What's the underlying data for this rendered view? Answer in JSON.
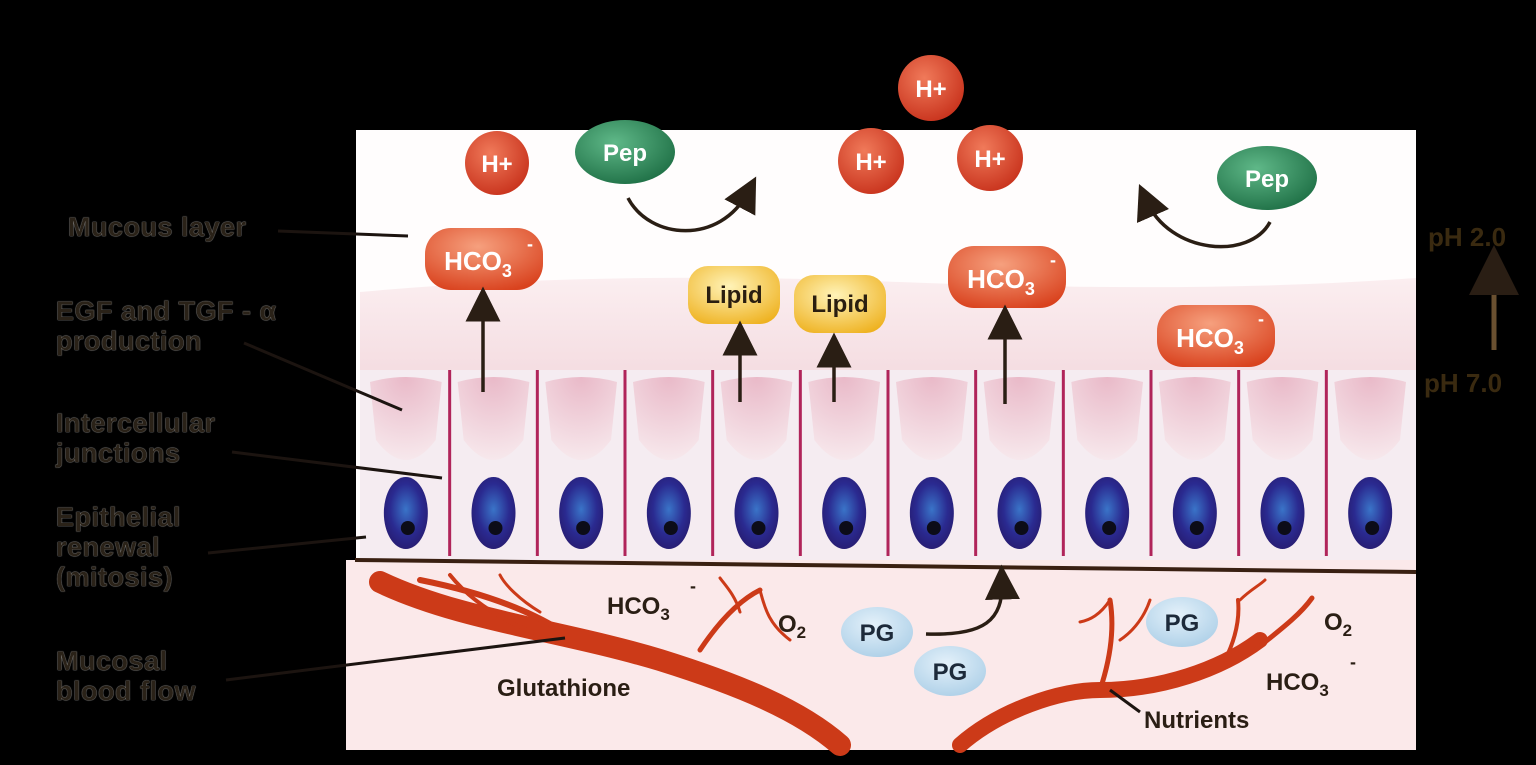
{
  "labels": {
    "mucous_layer": "Mucous layer",
    "egf_line1": "EGF and TGF - α",
    "egf_line2": "production",
    "junctions_line1": "Intercellular",
    "junctions_line2": "junctions",
    "renewal_line1": "Epithelial",
    "renewal_line2": "renewal",
    "renewal_line3": "(mitosis)",
    "bloodflow_line1": "Mucosal",
    "bloodflow_line2": "blood flow"
  },
  "ph": {
    "top": "pH 2.0",
    "bottom": "pH 7.0"
  },
  "lumen": {
    "h_plus": "H+",
    "pep": "Pep",
    "hco3_base": "HCO",
    "hco3_sub": "3",
    "hco3_sup": "-",
    "lipid": "Lipid"
  },
  "submucosa": {
    "hco3_base": "HCO",
    "hco3_sub": "3",
    "hco3_sup": "-",
    "o2_base": "O",
    "o2_sub": "2",
    "pg": "PG",
    "glutathione": "Glutathione",
    "nutrients": "Nutrients"
  },
  "colors": {
    "h_plus": "#d8402a",
    "pep": "#2f8a5a",
    "hco3": "#e2552e",
    "lipid": "#f2c02a",
    "pg": "#b8d8ec",
    "nucleus": "#35207a",
    "vessel": "#cc3a18",
    "mucus": "#f6dfe3"
  }
}
